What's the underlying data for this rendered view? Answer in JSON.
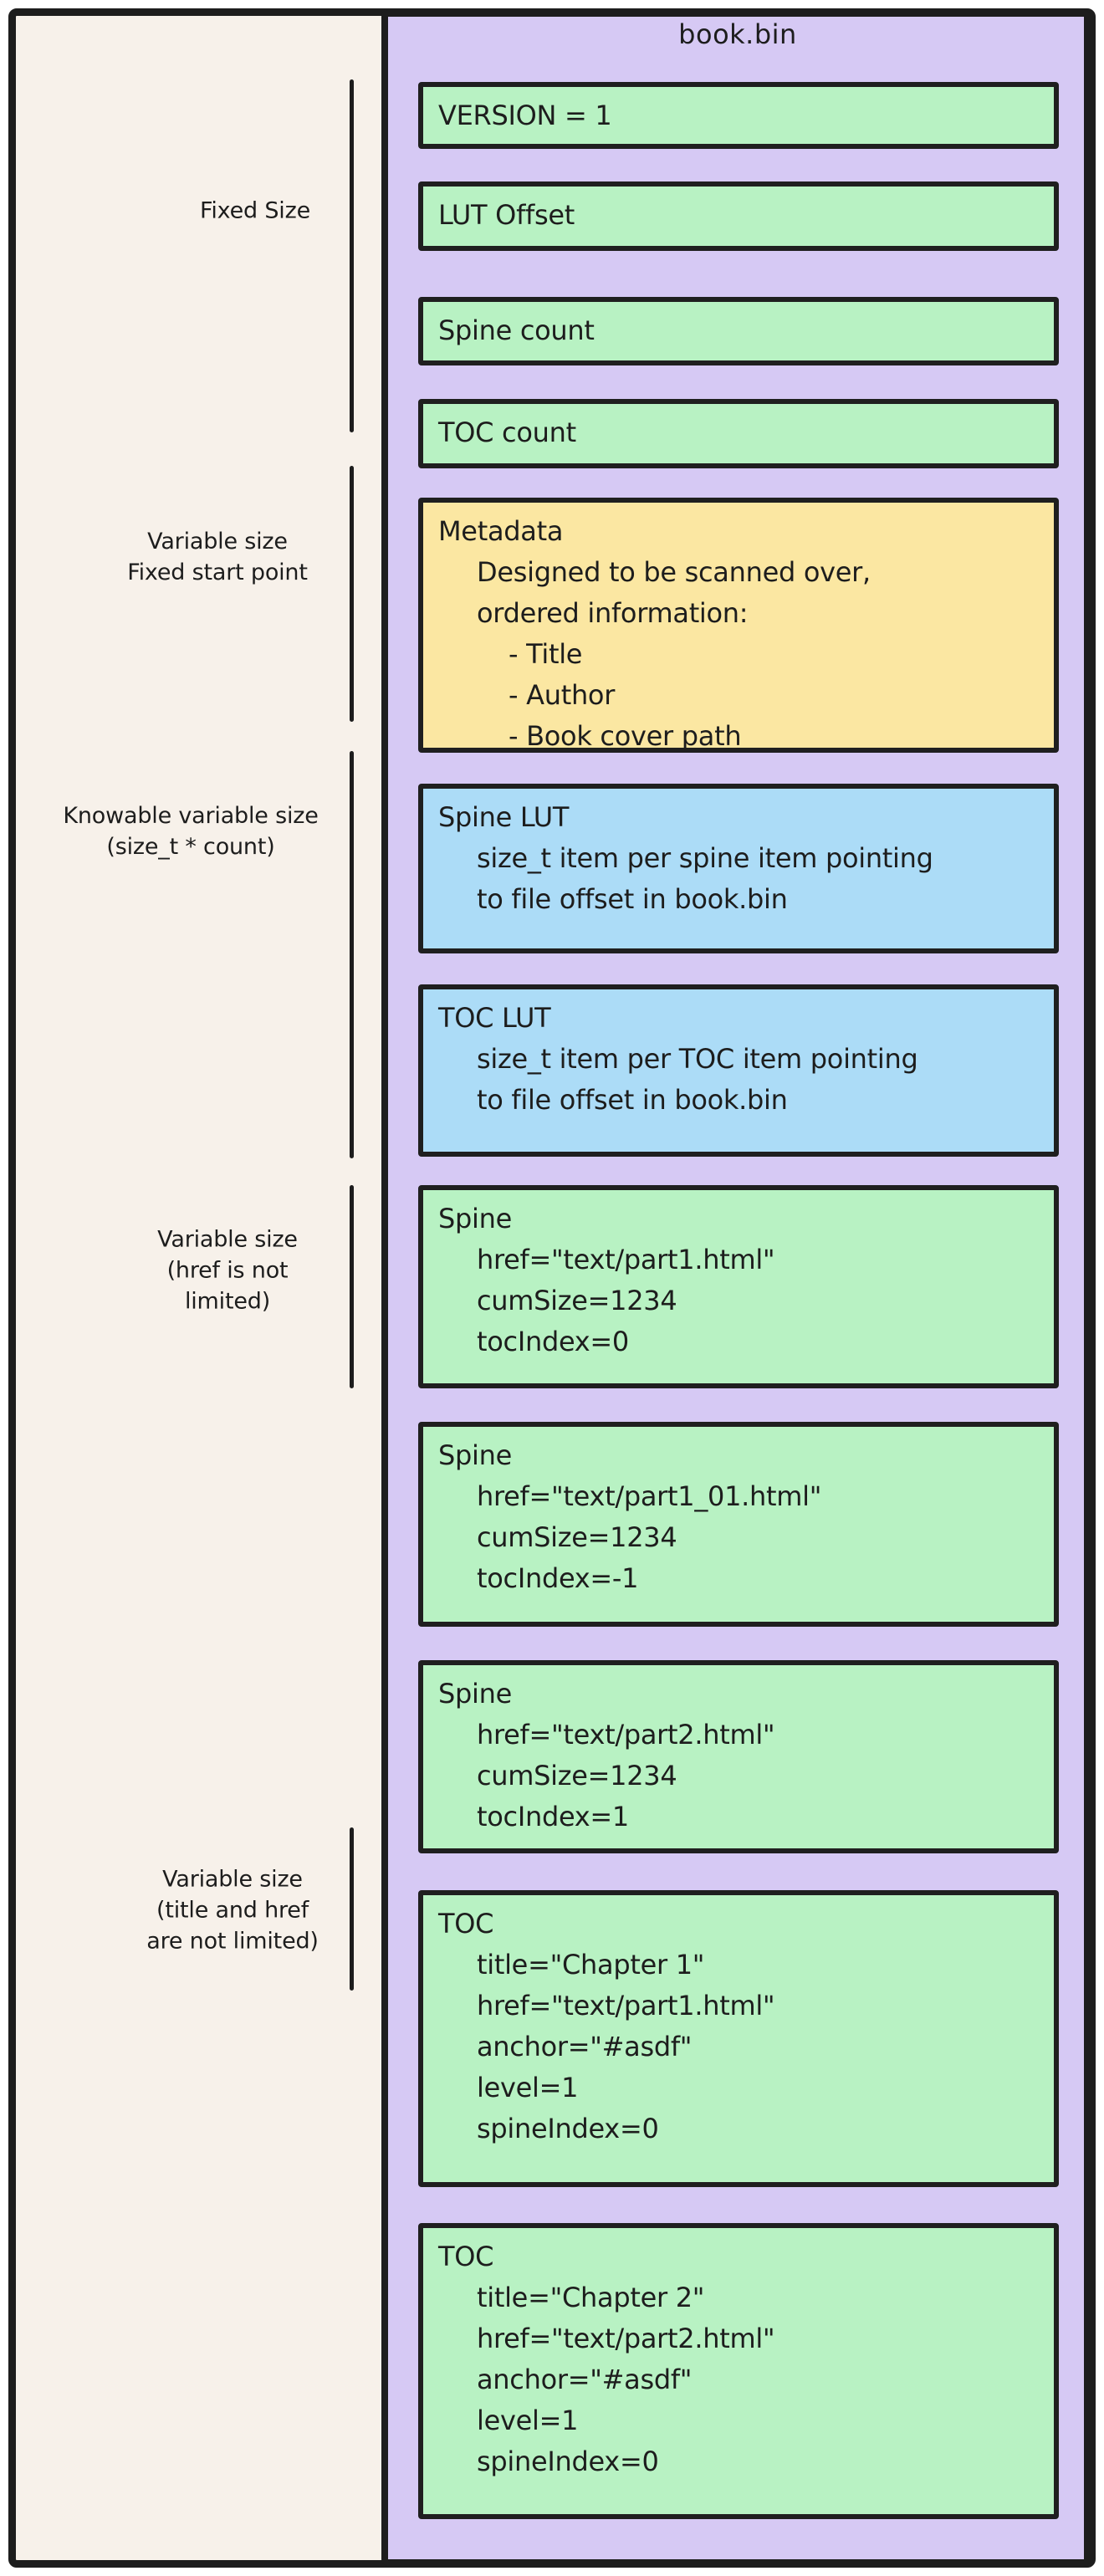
{
  "title": "book.bin",
  "colors": {
    "stroke": "#1d1d1d",
    "canvas": "#f7f1ea",
    "panel": "#d6c9f4",
    "green": "#b8f2c3",
    "blue": "#acdcf7",
    "yellow": "#fbe7a2"
  },
  "section_labels": [
    {
      "id": "fixed-size",
      "text": "Fixed Size"
    },
    {
      "id": "variable-size-fixed-start",
      "text": "Variable size\nFixed start point"
    },
    {
      "id": "knowable-variable-size",
      "text": "Knowable variable size\n(size_t * count)"
    },
    {
      "id": "variable-size-href",
      "text": "Variable size\n(href is not\nlimited)"
    },
    {
      "id": "variable-size-title-href",
      "text": "Variable size\n(title and href\nare not limited)"
    }
  ],
  "boxes": [
    {
      "id": "version",
      "color": "green",
      "lines": [
        {
          "text": "VERSION = 1",
          "indent": 0
        }
      ]
    },
    {
      "id": "lut-offset",
      "color": "green",
      "lines": [
        {
          "text": "LUT Offset",
          "indent": 0
        }
      ]
    },
    {
      "id": "spine-count",
      "color": "green",
      "lines": [
        {
          "text": "Spine count",
          "indent": 0
        }
      ]
    },
    {
      "id": "toc-count",
      "color": "green",
      "lines": [
        {
          "text": "TOC count",
          "indent": 0
        }
      ]
    },
    {
      "id": "metadata",
      "color": "yellow",
      "lines": [
        {
          "text": "Metadata",
          "indent": 0
        },
        {
          "text": "Designed to be scanned over,",
          "indent": 1
        },
        {
          "text": "ordered information:",
          "indent": 1
        },
        {
          "text": "- Title",
          "indent": 2
        },
        {
          "text": "- Author",
          "indent": 2
        },
        {
          "text": "- Book cover path",
          "indent": 2
        }
      ]
    },
    {
      "id": "spine-lut",
      "color": "blue",
      "lines": [
        {
          "text": "Spine LUT",
          "indent": 0
        },
        {
          "text": "size_t item per spine item pointing",
          "indent": 1
        },
        {
          "text": "to file offset in book.bin",
          "indent": 1
        }
      ]
    },
    {
      "id": "toc-lut",
      "color": "blue",
      "lines": [
        {
          "text": "TOC LUT",
          "indent": 0
        },
        {
          "text": "size_t item per TOC item pointing",
          "indent": 1
        },
        {
          "text": "to file offset in book.bin",
          "indent": 1
        }
      ]
    },
    {
      "id": "spine-1",
      "color": "green",
      "lines": [
        {
          "text": "Spine",
          "indent": 0
        },
        {
          "text": "href=\"text/part1.html\"",
          "indent": 1
        },
        {
          "text": "cumSize=1234",
          "indent": 1
        },
        {
          "text": "tocIndex=0",
          "indent": 1
        }
      ]
    },
    {
      "id": "spine-2",
      "color": "green",
      "lines": [
        {
          "text": "Spine",
          "indent": 0
        },
        {
          "text": "href=\"text/part1_01.html\"",
          "indent": 1
        },
        {
          "text": "cumSize=1234",
          "indent": 1
        },
        {
          "text": "tocIndex=-1",
          "indent": 1
        }
      ]
    },
    {
      "id": "spine-3",
      "color": "green",
      "lines": [
        {
          "text": "Spine",
          "indent": 0
        },
        {
          "text": "href=\"text/part2.html\"",
          "indent": 1
        },
        {
          "text": "cumSize=1234",
          "indent": 1
        },
        {
          "text": "tocIndex=1",
          "indent": 1
        }
      ]
    },
    {
      "id": "toc-1",
      "color": "green",
      "lines": [
        {
          "text": "TOC",
          "indent": 0
        },
        {
          "text": "title=\"Chapter 1\"",
          "indent": 1
        },
        {
          "text": "href=\"text/part1.html\"",
          "indent": 1
        },
        {
          "text": "anchor=\"#asdf\"",
          "indent": 1
        },
        {
          "text": "level=1",
          "indent": 1
        },
        {
          "text": "spineIndex=0",
          "indent": 1
        }
      ]
    },
    {
      "id": "toc-2",
      "color": "green",
      "lines": [
        {
          "text": "TOC",
          "indent": 0
        },
        {
          "text": "title=\"Chapter 2\"",
          "indent": 1
        },
        {
          "text": "href=\"text/part2.html\"",
          "indent": 1
        },
        {
          "text": "anchor=\"#asdf\"",
          "indent": 1
        },
        {
          "text": "level=1",
          "indent": 1
        },
        {
          "text": "spineIndex=0",
          "indent": 1
        }
      ]
    }
  ]
}
